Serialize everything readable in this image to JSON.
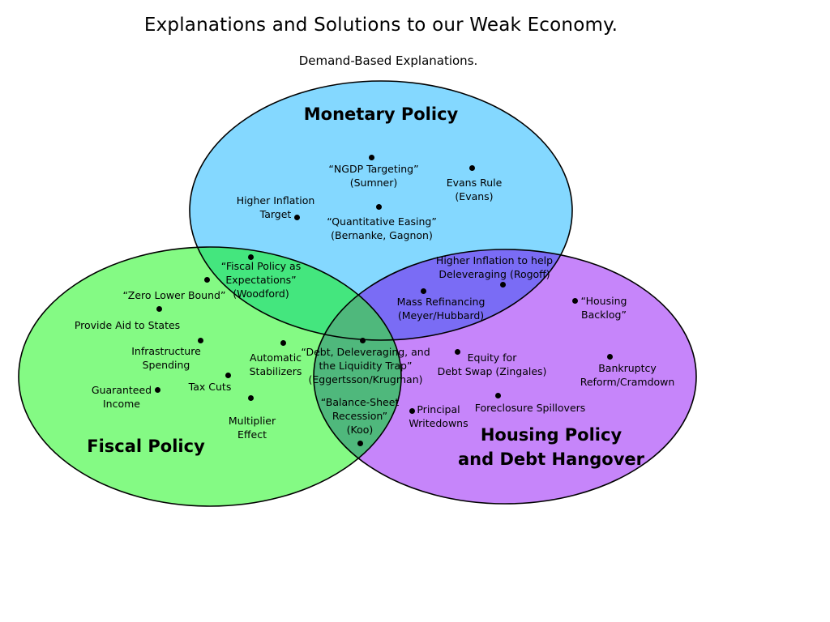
{
  "title": "Explanations and Solutions to our Weak Economy.",
  "subtitle": "Demand-Based Explanations.",
  "colors": {
    "monetary": "#84d8ff",
    "fiscal": "#84fa84",
    "housing": "#c685fa",
    "monetary_fiscal": "#44e67e",
    "monetary_housing": "#7a6cf5",
    "fiscal_housing": "#4fb87c"
  },
  "sets": {
    "monetary": "Monetary Policy",
    "fiscal": "Fiscal Policy",
    "housing_line1": "Housing Policy",
    "housing_line2": "and Debt Hangover"
  },
  "items": {
    "ngdp_line1": "“NGDP Targeting”",
    "ngdp_line2": "(Sumner)",
    "evans_line1": "Evans Rule",
    "evans_line2": "(Evans)",
    "higher_inflation_line1": "Higher Inflation",
    "higher_inflation_line2": "Target",
    "qe_line1": "“Quantitative Easing”",
    "qe_line2": "(Bernanke, Gagnon)",
    "fiscal_expect_line1": "“Fiscal Policy as",
    "fiscal_expect_line2": "Expectations”",
    "fiscal_expect_line3": "(Woodford)",
    "deleveraging_line1": "Higher Inflation to help",
    "deleveraging_line2": "Deleveraging (Rogoff)",
    "refinancing_line1": "Mass Refinancing",
    "refinancing_line2": "(Meyer/Hubbard)",
    "zlb": "“Zero Lower Bound”",
    "aid_states": "Provide Aid to States",
    "infrastructure_line1": "Infrastructure",
    "infrastructure_line2": "Spending",
    "stabilizers_line1": "Automatic",
    "stabilizers_line2": "Stabilizers",
    "guaranteed_line1": "Guaranteed",
    "guaranteed_line2": "Income",
    "tax_cuts": "Tax Cuts",
    "multiplier_line1": "Multiplier",
    "multiplier_line2": "Effect",
    "liquidity_line1": "“Debt, Deleveraging, and",
    "liquidity_line2": "the Liquidity Trap”",
    "liquidity_line3": "(Eggertsson/Krugman)",
    "balance_line1": "“Balance-Sheet",
    "balance_line2": "Recession”",
    "balance_line3": "(Koo)",
    "housing_backlog_line1": "“Housing",
    "housing_backlog_line2": "Backlog”",
    "equity_line1": "Equity for",
    "equity_line2": "Debt Swap (Zingales)",
    "bankruptcy_line1": "Bankruptcy",
    "bankruptcy_line2": "Reform/Cramdown",
    "principal_line1": "Principal",
    "principal_line2": "Writedowns",
    "foreclosure": "Foreclosure Spillovers"
  }
}
